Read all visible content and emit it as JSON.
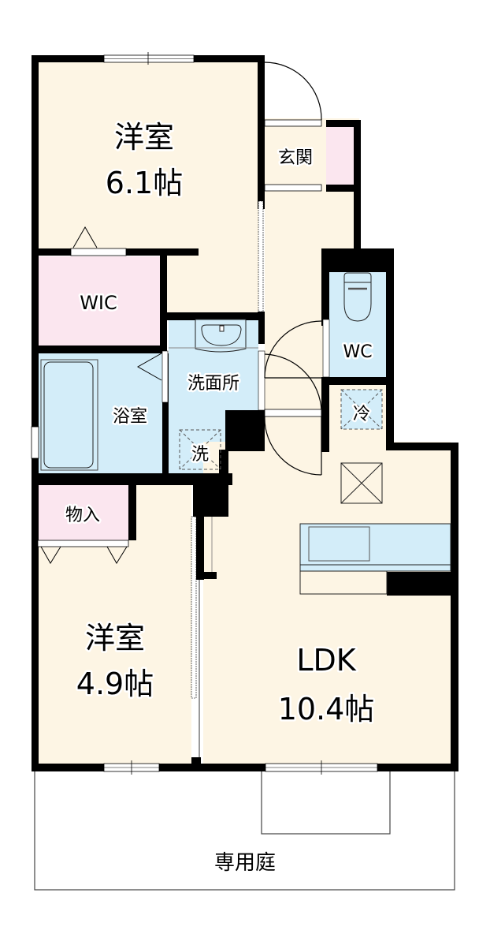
{
  "floorplan": {
    "colors": {
      "wall": "#000000",
      "floor": "#fdf5e4",
      "wet": "#d3edf9",
      "storage": "#fbe6ef",
      "background": "#ffffff"
    },
    "rooms": {
      "western_room_1": {
        "name": "洋室",
        "size": "6.1帖"
      },
      "entrance": {
        "name": "玄関"
      },
      "wic": {
        "name": "WIC"
      },
      "wc": {
        "name": "WC"
      },
      "washroom": {
        "name": "洗面所"
      },
      "bathroom": {
        "name": "浴室"
      },
      "washer": {
        "name": "洗"
      },
      "fridge": {
        "name": "冷"
      },
      "storage": {
        "name": "物入"
      },
      "western_room_2": {
        "name": "洋室",
        "size": "4.9帖"
      },
      "ldk": {
        "name": "LDK",
        "size": "10.4帖"
      },
      "garden": {
        "name": "専用庭"
      }
    }
  }
}
